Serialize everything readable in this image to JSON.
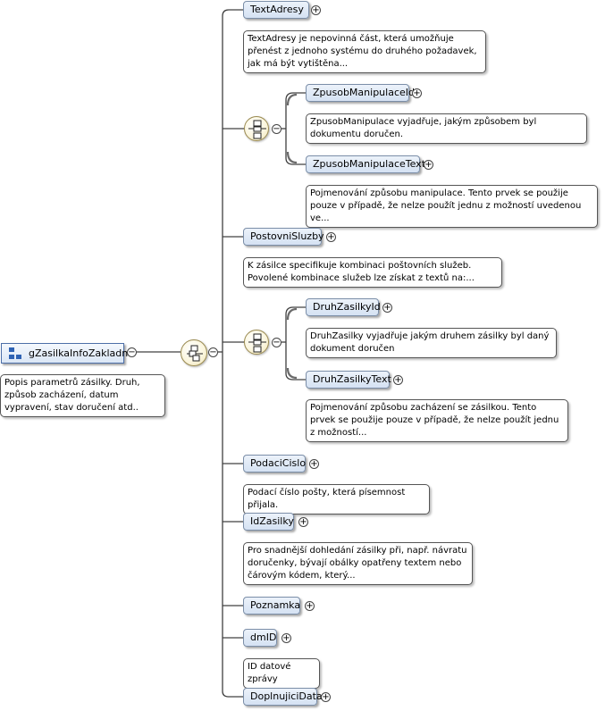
{
  "root": {
    "label": "gZasilkaInfoZakladni",
    "doc": "Popis parametrů zásilky. Druh, způsob zacházení, datum vypravení, stav doručení atd.."
  },
  "elements": {
    "textadresy": {
      "label": "TextAdresy",
      "doc": "TextAdresy je nepovinná část, která umožňuje přenést z jednoho systému do druhého požadavek, jak má být vytištěna..."
    },
    "zpusobmanipulaceid": {
      "label": "ZpusobManipulaceId",
      "doc": "ZpusobManipulace vyjadřuje, jakým způsobem byl dokumentu doručen."
    },
    "zpusobmanipulacetext": {
      "label": "ZpusobManipulaceText",
      "doc": "Pojmenování způsobu manipulace. Tento prvek se použije pouze v případě, že nelze použít jednu z možností uvedenou ve..."
    },
    "postovnisluzby": {
      "label": "PostovniSluzby",
      "doc": "K zásilce specifikuje kombinaci poštovních služeb. Povolené kombinace služeb lze získat z textů na:..."
    },
    "druhzasilkyid": {
      "label": "DruhZasilkyId",
      "doc": "DruhZasilky vyjadřuje jakým druhem zásilky byl daný dokument doručen"
    },
    "druhzasilkytext": {
      "label": "DruhZasilkyText",
      "doc": "Pojmenování způsobu zacházení se zásilkou. Tento prvek se použije pouze v případě, že nelze použít jednu z možností..."
    },
    "podacicislo": {
      "label": "PodaciCislo",
      "doc": "Podací číslo pošty, která písemnost přijala."
    },
    "idzasilky": {
      "label": "IdZasilky",
      "doc": "Pro snadnější dohledání zásilky při, např. návratu doručenky, bývají obálky opatřeny textem nebo čárovým kódem, který..."
    },
    "poznamka": {
      "label": "Poznamka"
    },
    "dmid": {
      "label": "dmID",
      "doc": "ID datové zprávy"
    },
    "doplnujicidata": {
      "label": "DoplnujiciData"
    }
  },
  "symbols": {
    "expand": "+",
    "collapse": "−"
  }
}
